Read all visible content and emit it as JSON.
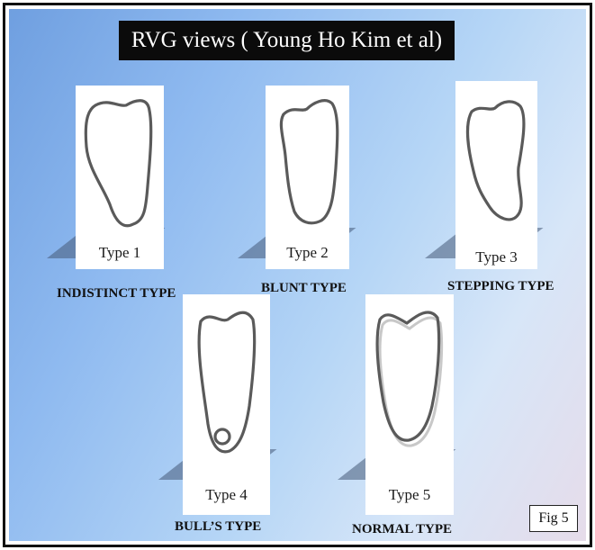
{
  "title": "RVG views ( Young Ho Kim et al)",
  "figure_label": "Fig 5",
  "types": [
    {
      "card_label": "Type 1",
      "name": "INDISTINCT TYPE"
    },
    {
      "card_label": "Type 2",
      "name": "BLUNT TYPE"
    },
    {
      "card_label": "Type 3",
      "name": "STEPPING TYPE"
    },
    {
      "card_label": "Type 4",
      "name": "BULL’S TYPE"
    },
    {
      "card_label": "Type 5",
      "name": "NORMAL TYPE"
    }
  ]
}
